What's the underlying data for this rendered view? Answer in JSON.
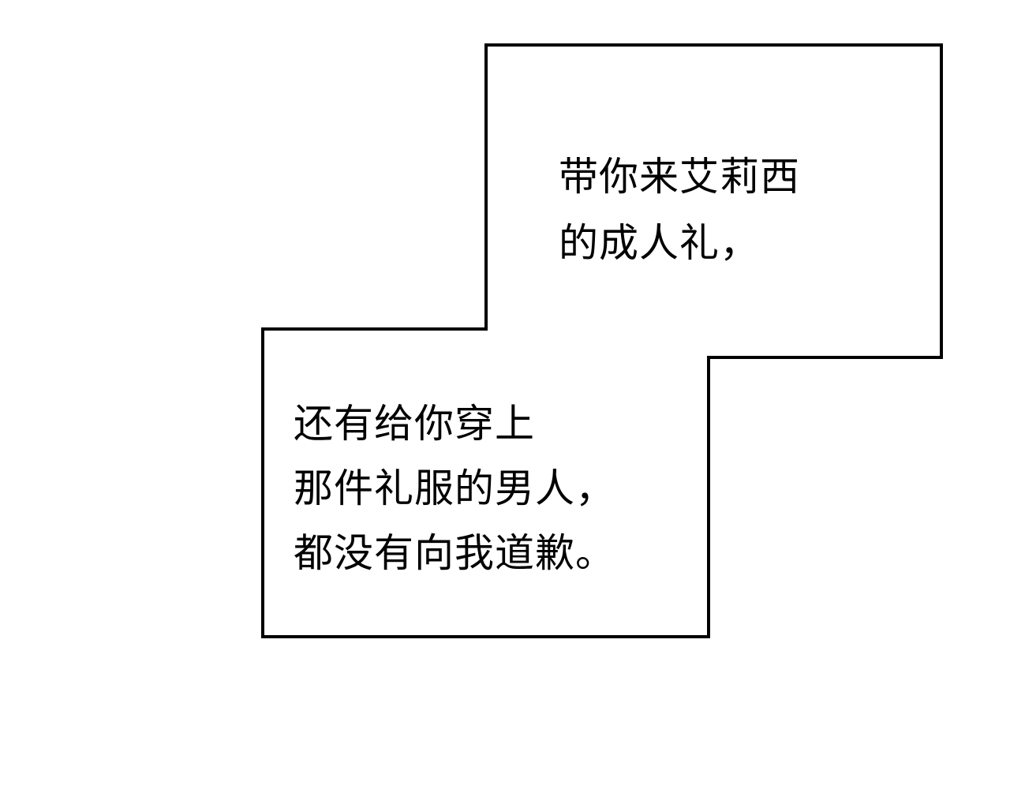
{
  "colors": {
    "background": "#ffffff",
    "border": "#000000",
    "text": "#000000"
  },
  "caption_box_1": {
    "lines": [
      "带你来艾莉西",
      "的成人礼，"
    ]
  },
  "caption_box_2": {
    "lines": [
      "还有给你穿上",
      "那件礼服的男人，",
      "都没有向我道歉。"
    ]
  }
}
